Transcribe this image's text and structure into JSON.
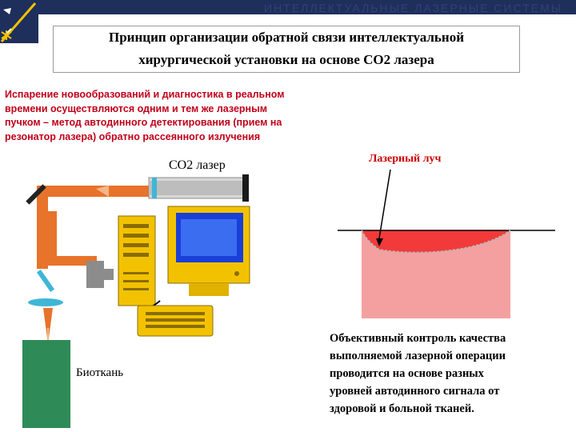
{
  "header": {
    "band_text": "ИНТЕЛЛЕКТУАЛЬНЫЕ ЛАЗЕРНЫЕ СИСТЕМЫ"
  },
  "title": {
    "line1": "Принцип организации обратной связи интеллектуальной",
    "line2": "хирургической установки на основе СО2 лазера"
  },
  "description": {
    "lines": [
      "Испарение новообразований и диагностика в реальном",
      "времени осуществляются одним и тем же лазерным",
      "пучком – метод автодинного детектирования (прием на",
      "резонатор лазера) обратно рассеянного излучения"
    ]
  },
  "labels": {
    "laser": "СО2 лазер",
    "laser_beam": "Лазерный луч",
    "tissue": "Биоткань"
  },
  "conclusion": {
    "lines": [
      "Объективный контроль качества",
      "выполняемой лазерной операции",
      "проводится на основе разных",
      "уровней автодинного сигнала от",
      "здоровой и больной тканей."
    ]
  },
  "colors": {
    "header_band": "#1f2f5c",
    "description_text": "#c0001a",
    "beam": "#e8732a",
    "tissue": "#2e8b57",
    "computer": "#f2c200",
    "screen": "#1a3fd6",
    "healthy_tissue": "#f4a0a0",
    "lesion": "#f23a3a",
    "optics": "#3fb6d6"
  },
  "icons": [
    "logo-emblem-icon",
    "mirror-icon",
    "lens-icon",
    "computer-icon",
    "keyboard-icon",
    "arrow-icon"
  ]
}
